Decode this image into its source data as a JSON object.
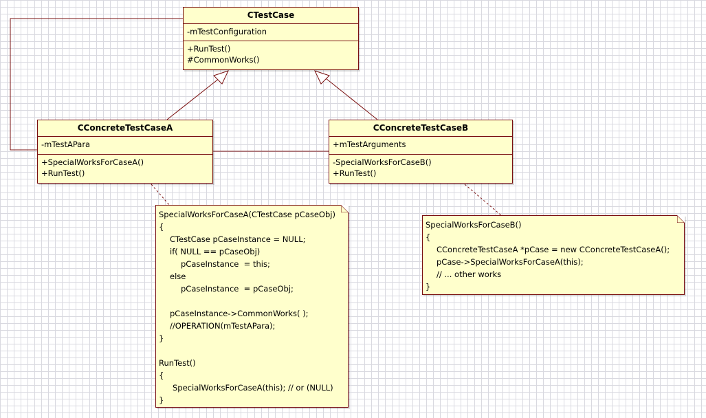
{
  "diagram": {
    "classes": {
      "ctestcase": {
        "name": "CTestCase",
        "attributes": [
          "-mTestConfiguration"
        ],
        "operations": [
          "+RunTest()",
          "#CommonWorks()"
        ]
      },
      "cconcretetestcasea": {
        "name": "CConcreteTestCaseA",
        "attributes": [
          "-mTestAPara"
        ],
        "operations": [
          "+SpecialWorksForCaseA()",
          "+RunTest()"
        ]
      },
      "cconcretetestcaseb": {
        "name": "CConcreteTestCaseB",
        "attributes": [
          "+mTestArguments"
        ],
        "operations": [
          "-SpecialWorksForCaseB()",
          "+RunTest()"
        ]
      }
    },
    "notes": {
      "note_a": {
        "lines": [
          "SpecialWorksForCaseA(CTestCase pCaseObj)",
          "{",
          "CTestCase pCaseInstance = NULL;",
          "if( NULL == pCaseObj)",
          "pCaseInstance  = this;",
          "else",
          "pCaseInstance  = pCaseObj;",
          "",
          "pCaseInstance->CommonWorks( );",
          "//OPERATION(mTestAPara);",
          "}",
          "",
          "RunTest()",
          "{",
          "SpecialWorksForCaseA(this); // or (NULL)",
          "}"
        ]
      },
      "note_b": {
        "lines": [
          "SpecialWorksForCaseB()",
          "{",
          "CConcreteTestCaseA *pCase = new CConcreteTestCaseA();",
          "pCase->SpecialWorksForCaseA(this);",
          "// ... other works",
          "}"
        ]
      }
    },
    "colors": {
      "box_fill": "#ffffcc",
      "line": "#7a1010",
      "grid": "#d9d9e0"
    }
  }
}
